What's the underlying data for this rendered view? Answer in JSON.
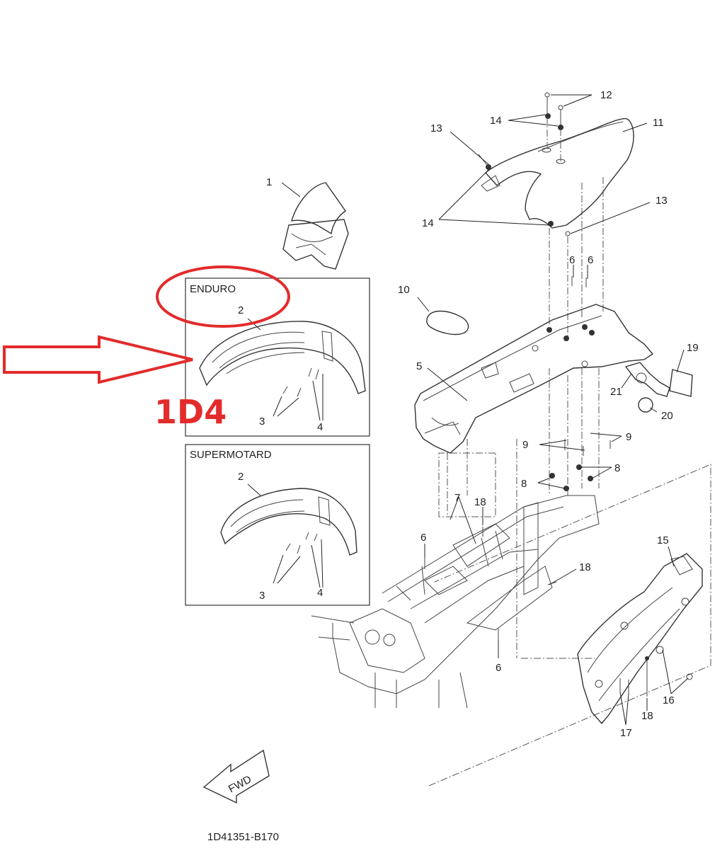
{
  "diagram": {
    "accent_color": "#e32b2b",
    "boxes": {
      "enduro": {
        "title": "ENDURO",
        "labels": {
          "fender": "2",
          "screws": "3",
          "bolts": "4"
        }
      },
      "supermotard": {
        "title": "SUPERMOTARD",
        "labels": {
          "fender": "2",
          "screws": "3",
          "bolts": "4"
        }
      }
    },
    "annotation": {
      "part_code": "1D4"
    },
    "callouts": {
      "c1": "1",
      "c5": "5",
      "c6a": "6",
      "c6b": "6",
      "c6c": "6",
      "c6d": "6",
      "c7": "7",
      "c8a": "8",
      "c8b": "8",
      "c9a": "9",
      "c9b": "9",
      "c10": "10",
      "c11": "11",
      "c12": "12",
      "c13a": "13",
      "c13b": "13",
      "c14a": "14",
      "c14b": "14",
      "c15": "15",
      "c16": "16",
      "c17": "17",
      "c18a": "18",
      "c18b": "18",
      "c18c": "18",
      "c19": "19",
      "c20": "20",
      "c21": "21"
    },
    "fwd_label": "FWD",
    "diagram_code": "1D41351-B170"
  }
}
